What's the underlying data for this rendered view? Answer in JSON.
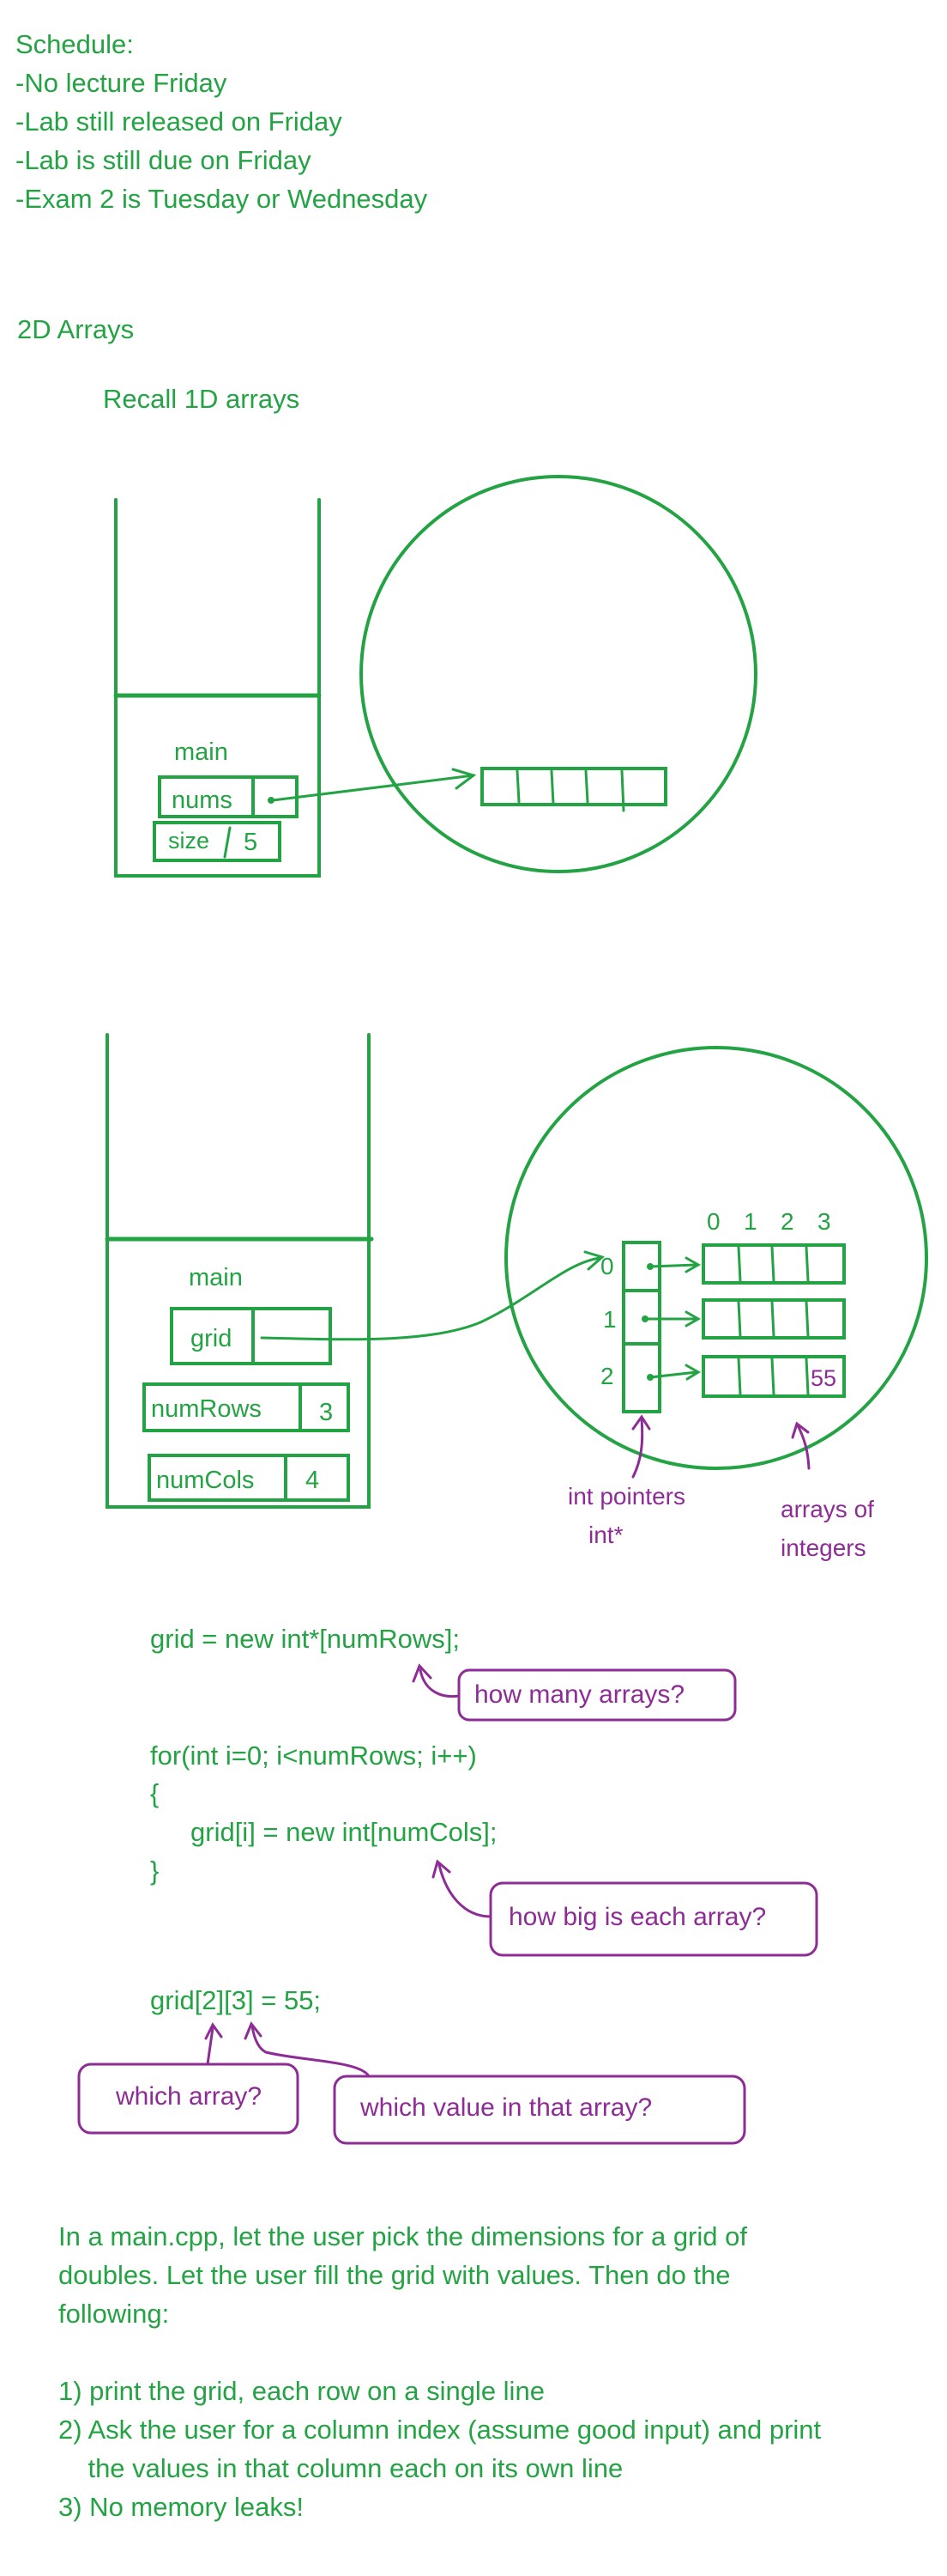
{
  "colors": {
    "ink_green": "#23a344",
    "ink_purple": "#8e2c96",
    "paper": "#ffffff"
  },
  "schedule": {
    "heading": "Schedule:",
    "items": [
      "-No lecture Friday",
      "-Lab still released on Friday",
      "-Lab is still due on Friday",
      "-Exam 2 is Tuesday or Wednesday"
    ]
  },
  "section_title": "2D Arrays",
  "recall_label": "Recall 1D arrays",
  "diagram1": {
    "frame_label": "main",
    "var_nums": "nums",
    "var_size": "size",
    "size_value": "5"
  },
  "diagram2": {
    "frame_label": "main",
    "var_grid": "grid",
    "var_numrows": "numRows",
    "numrows_value": "3",
    "var_numcols": "numCols",
    "numcols_value": "4",
    "col_indices": [
      "0",
      "1",
      "2",
      "3"
    ],
    "row_indices": [
      "0",
      "1",
      "2"
    ],
    "cell_value": "55",
    "label_pointers_line1": "int pointers",
    "label_pointers_line2": "int*",
    "label_arrays_line1": "arrays of",
    "label_arrays_line2": "integers"
  },
  "code": {
    "line1": "grid = new int*[numRows];",
    "note1": "how many arrays?",
    "line2": "for(int i=0; i<numRows; i++)",
    "line3": "{",
    "line4": "grid[i] = new int[numCols];",
    "line5": "}",
    "note2": "how big is each array?",
    "line6": "grid[2][3] = 55;",
    "note3": "which array?",
    "note4": "which value in that array?"
  },
  "exercise": {
    "intro": [
      "In a main.cpp, let the user pick the dimensions for a grid of",
      "doubles.  Let the user fill the grid with values.  Then do the",
      "following:"
    ],
    "steps": [
      "1) print the grid, each row on a single line",
      "2) Ask the user for a column index (assume good input) and print",
      "    the values in that column each on its own line",
      "3) No memory leaks!"
    ]
  }
}
